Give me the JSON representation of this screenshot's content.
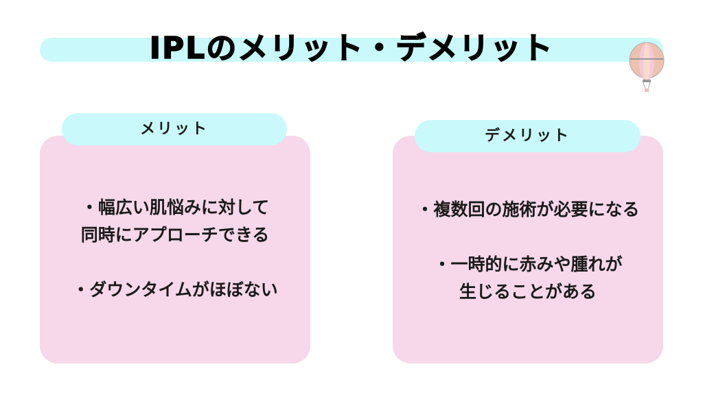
{
  "title": "IPLのメリット・デメリット",
  "merit": {
    "label": "メリット",
    "items": [
      "・幅広い肌悩みに対して",
      "同時にアプローチできる",
      "・ダウンタイムがほぼない"
    ]
  },
  "demerit": {
    "label": "デメリット",
    "items": [
      "・複数回の施術が必要になる",
      "・一時的に赤みや腫れが",
      "生じることがある"
    ]
  }
}
